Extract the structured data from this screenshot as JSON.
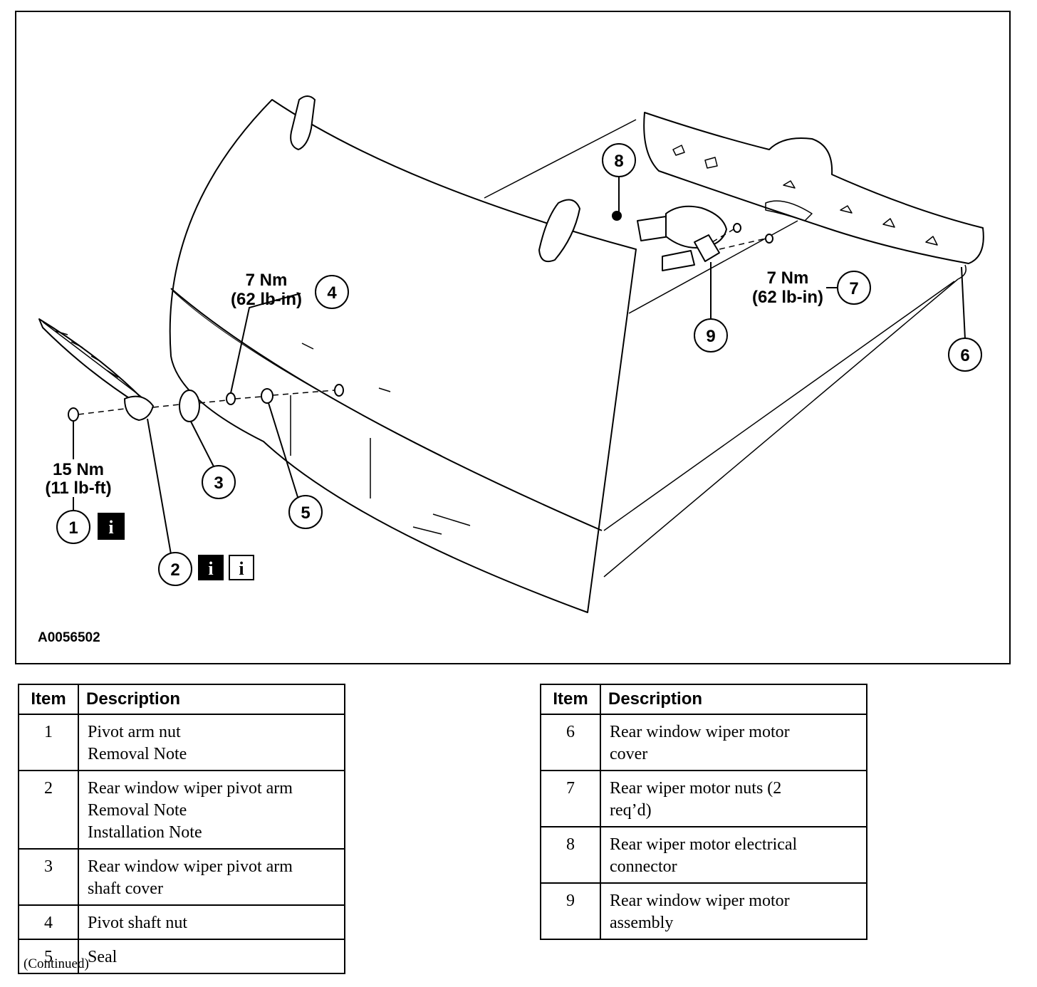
{
  "figure": {
    "id": "A0056502",
    "callouts": [
      {
        "n": "1",
        "torque": [
          "15 Nm",
          "(11 lb-ft)"
        ],
        "info_icons": 1
      },
      {
        "n": "2",
        "info_icons": 2
      },
      {
        "n": "3"
      },
      {
        "n": "4",
        "torque": [
          "7 Nm",
          "(62 lb-in)"
        ]
      },
      {
        "n": "5"
      },
      {
        "n": "6"
      },
      {
        "n": "7",
        "torque": [
          "7 Nm",
          "(62 lb-in)"
        ]
      },
      {
        "n": "8"
      },
      {
        "n": "9"
      }
    ],
    "info_icon_glyph": "i"
  },
  "tables": [
    {
      "headers": {
        "item": "Item",
        "description": "Description"
      },
      "rows": [
        {
          "item": "1",
          "lines": [
            "Pivot arm nut",
            "Removal Note"
          ]
        },
        {
          "item": "2",
          "lines": [
            "Rear window wiper pivot arm",
            "Removal Note",
            "Installation Note"
          ]
        },
        {
          "item": "3",
          "lines": [
            "Rear window wiper pivot arm",
            "shaft cover"
          ]
        },
        {
          "item": "4",
          "lines": [
            "Pivot shaft nut"
          ]
        },
        {
          "item": "5",
          "lines": [
            "Seal"
          ]
        }
      ]
    },
    {
      "headers": {
        "item": "Item",
        "description": "Description"
      },
      "rows": [
        {
          "item": "6",
          "lines": [
            "Rear window wiper motor",
            "cover"
          ]
        },
        {
          "item": "7",
          "lines": [
            "Rear wiper motor nuts (2",
            "req’d)"
          ]
        },
        {
          "item": "8",
          "lines": [
            "Rear wiper motor electrical",
            "connector"
          ]
        },
        {
          "item": "9",
          "lines": [
            "Rear window wiper motor",
            "assembly"
          ]
        }
      ]
    }
  ],
  "continued": "(Continued)"
}
